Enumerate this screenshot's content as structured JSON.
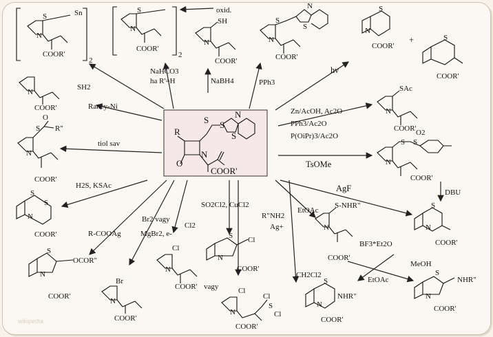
{
  "watermark": "wikipedia",
  "center": {
    "labels": {
      "r": "R",
      "s1": "S",
      "s2": "S",
      "n_thiazole": "N",
      "s_thiazole": "S",
      "o": "O",
      "n_lactam": "N",
      "ester": "COOR'"
    }
  },
  "reagents": {
    "nahco3": "NaHCO3",
    "ha_r_h": "ha R'=H",
    "oxid": "oxid.",
    "nabh4": "NaBH4",
    "pph3": "PPh3",
    "hv": "hν",
    "zn": "Zn/AcOH, Ac2O",
    "pph3_ac2o": "PPh3/Ac2O",
    "poipr": "P(OiPr)3/Ac2O",
    "tsome": "TsOMe",
    "agf": "AgF",
    "dbu": "DBU",
    "raney": "Raney-Ni",
    "tiolsav": "tiol sav",
    "h2s": "H2S, KSAc",
    "rcooag": "R-COOAg",
    "br2": "Br2 vagy",
    "mgbr2": "MgBr2, e-",
    "cl2": "Cl2",
    "so2cl2": "SO2Cl2, CuCl2",
    "rnh2": "R\"NH2",
    "ag": "Ag+",
    "etoac1": "EtOAc",
    "ch2cl2": "CH2Cl2",
    "bf3": "BF3*Et2O",
    "meoh": "MeOH",
    "etoac2": "EtOAc"
  },
  "products": {
    "sn": "Sn",
    "ester": "COOR'",
    "ester2": "COOR'",
    "sub2": "2",
    "sh": "SH",
    "sh2": "SH2",
    "sac": "SAc",
    "so2": "O2",
    "sthio": "S",
    "nthio": "N",
    "cl": "Cl",
    "br": "Br",
    "nhr": "S-NHR\"",
    "nhr2": "NHR\"",
    "nhr3": "NHR\"",
    "ocor": "OCOR\"",
    "r_dbl": "R\"",
    "o_lbl": "O",
    "s_lbl": "S",
    "n_lbl": "N",
    "vagy": "vagy",
    "plus": "+",
    "scl": "S",
    "cl2lbl": "Cl"
  }
}
